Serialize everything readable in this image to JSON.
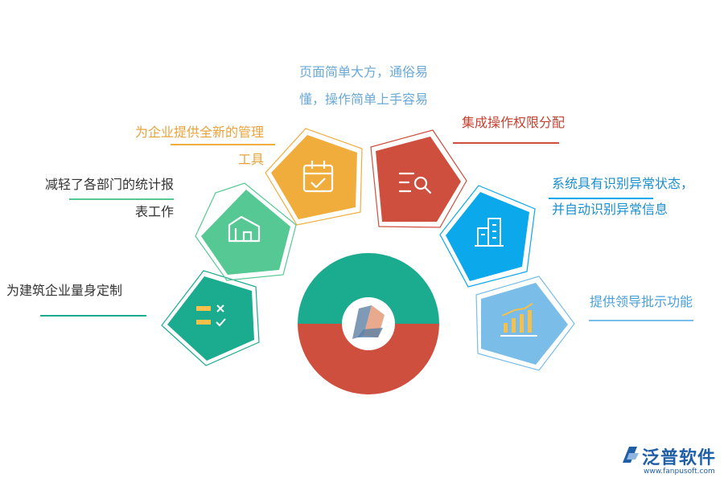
{
  "center": {
    "top_color": "#1bab8f",
    "bottom_color": "#cf4f3f"
  },
  "features": [
    {
      "id": "custom",
      "color": "#1bab8f",
      "icon": "checklist-icon",
      "lines": [
        "为建筑企业量身定制"
      ],
      "text_color": "#333333"
    },
    {
      "id": "reports",
      "color": "#55c893",
      "icon": "building-icon",
      "lines": [
        "减轻了各部门的统计报",
        "表工作"
      ],
      "text_color": "#333333"
    },
    {
      "id": "tool",
      "color": "#f0ad3c",
      "icon": "calendar-icon",
      "lines": [
        "为企业提供全新的管理",
        "工具"
      ],
      "text_color": "#e9a23b"
    },
    {
      "id": "simple",
      "color": "#6aa9d6",
      "icon": "none",
      "lines": [
        "页面简单大方，通俗易",
        "懂，操作简单上手容易"
      ],
      "text_color": "#6aa9d6"
    },
    {
      "id": "permission",
      "color": "#cf4f3f",
      "icon": "search-list-icon",
      "lines": [
        "集成操作权限分配"
      ],
      "text_color": "#c8402f"
    },
    {
      "id": "anomaly",
      "color": "#0ba8ec",
      "icon": "office-building-icon",
      "lines": [
        "系统具有识别异常状态，",
        "并自动识别异常信息"
      ],
      "text_color": "#1a8fcf"
    },
    {
      "id": "approval",
      "color": "#79bde8",
      "icon": "bar-chart-icon",
      "lines": [
        "提供领导批示功能"
      ],
      "text_color": "#4a9fd8"
    }
  ],
  "brand": {
    "name": "泛普软件",
    "url": "www.fanpusoft.com",
    "color": "#1f5fa8"
  }
}
